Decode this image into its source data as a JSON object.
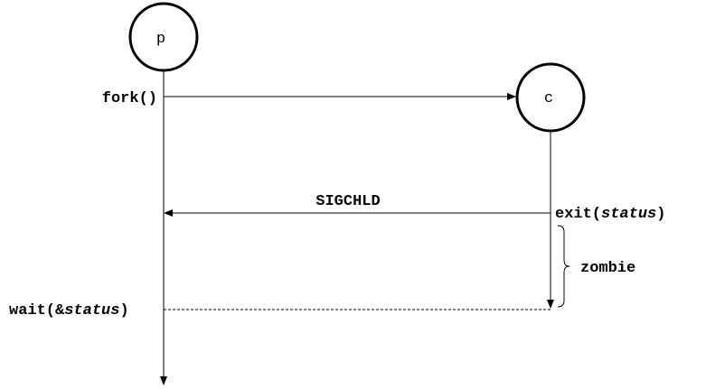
{
  "diagram": {
    "parent_label": "p",
    "child_label": "c",
    "fork_label": "fork()",
    "signal_label": "SIGCHLD",
    "exit_call": "exit(",
    "exit_arg": "status",
    "exit_close": ")",
    "zombie_label": "zombie",
    "wait_call": "wait(&",
    "wait_arg": "status",
    "wait_close": ")"
  }
}
